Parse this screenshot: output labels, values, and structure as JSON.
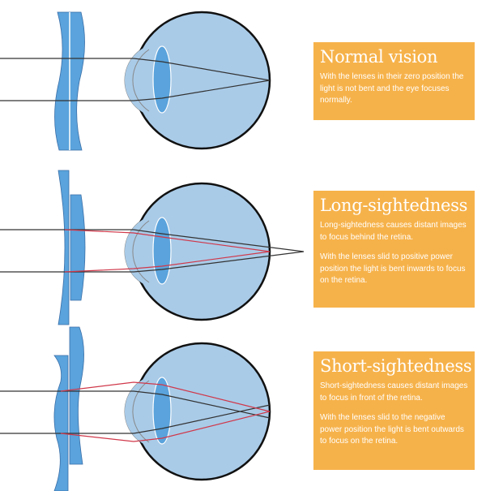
{
  "panels": [
    {
      "title": "Normal vision",
      "paragraphs": [
        "With the lenses in their zero position the light is not bent and the eye focuses normally."
      ]
    },
    {
      "title": "Long-sightedness",
      "paragraphs": [
        "Long-sightedness causes distant images to focus behind the retina.",
        "With the lenses slid to positive power position the light is bent inwards to focus on the retina."
      ]
    },
    {
      "title": "Short-sightedness",
      "paragraphs": [
        "Short-sightedness causes distant images to focus in front of the retina.",
        "With the lenses slid to the negative power position the light is bent outwards to focus on the retina."
      ]
    }
  ],
  "colors": {
    "box": "#f6b24a",
    "eye": "#a9cbe8",
    "lens": "#5aa3dc",
    "uncorrected_ray": "#333333",
    "corrected_ray": "#d0384a"
  }
}
